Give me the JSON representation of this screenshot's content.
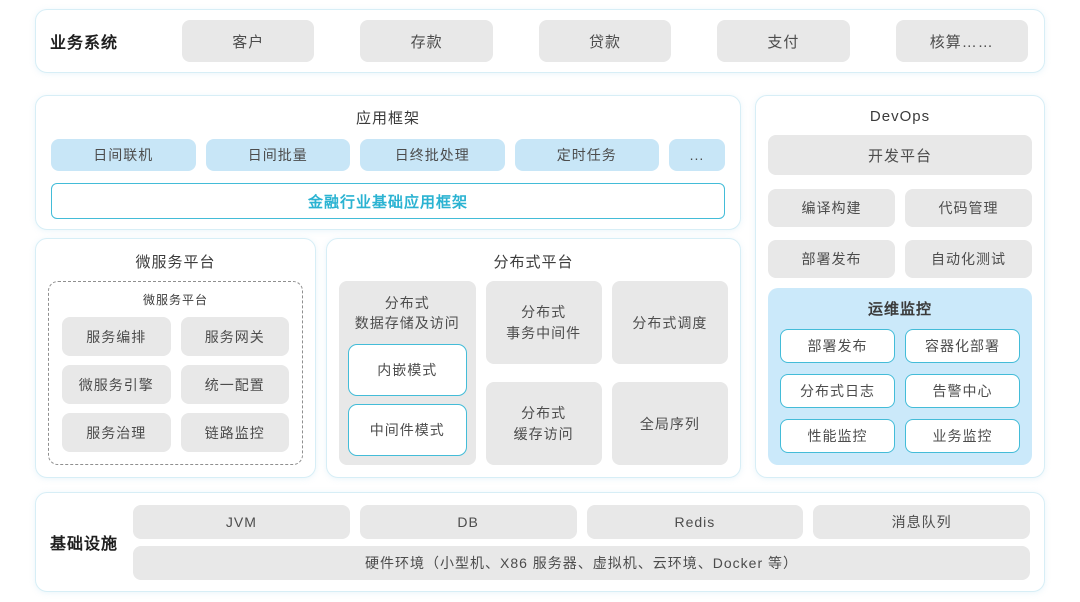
{
  "business_systems": {
    "label": "业务系统",
    "items": [
      "客户",
      "存款",
      "贷款",
      "支付",
      "核算……"
    ]
  },
  "app_framework": {
    "title": "应用框架",
    "modules": [
      "日间联机",
      "日间批量",
      "日终批处理",
      "定时任务",
      "..."
    ],
    "base_framework": "金融行业基础应用框架"
  },
  "microservice_platform": {
    "title": "微服务平台",
    "inner_title": "微服务平台",
    "items": [
      "服务编排",
      "服务网关",
      "微服务引擎",
      "统一配置",
      "服务治理",
      "链路监控"
    ]
  },
  "distributed_platform": {
    "title": "分布式平台",
    "storage": {
      "title": "分布式\n数据存储及访问",
      "modes": [
        "内嵌模式",
        "中间件模式"
      ]
    },
    "columns": [
      {
        "top": "分布式\n事务中间件",
        "bottom": "分布式\n缓存访问"
      },
      {
        "top": "分布式调度",
        "bottom": "全局序列"
      }
    ]
  },
  "devops": {
    "title": "DevOps",
    "dev_platform": "开发平台",
    "tools": [
      "编译构建",
      "代码管理",
      "部署发布",
      "自动化测试"
    ],
    "monitoring": {
      "title": "运维监控",
      "items": [
        "部署发布",
        "容器化部署",
        "分布式日志",
        "告警中心",
        "性能监控",
        "业务监控"
      ]
    }
  },
  "infrastructure": {
    "label": "基础设施",
    "items": [
      "JVM",
      "DB",
      "Redis",
      "消息队列"
    ],
    "hardware": "硬件环境（小型机、X86 服务器、虚拟机、云环境、Docker 等）"
  },
  "colors": {
    "panel_border": "#d7eef6",
    "gray_block": "#e8e8e8",
    "blue_block": "#c8e6f7",
    "accent_cyan": "#43bcd8",
    "accent_text": "#2bb3d2",
    "monitor_bg": "#cbe9fa",
    "text": "#4c4c4c"
  }
}
